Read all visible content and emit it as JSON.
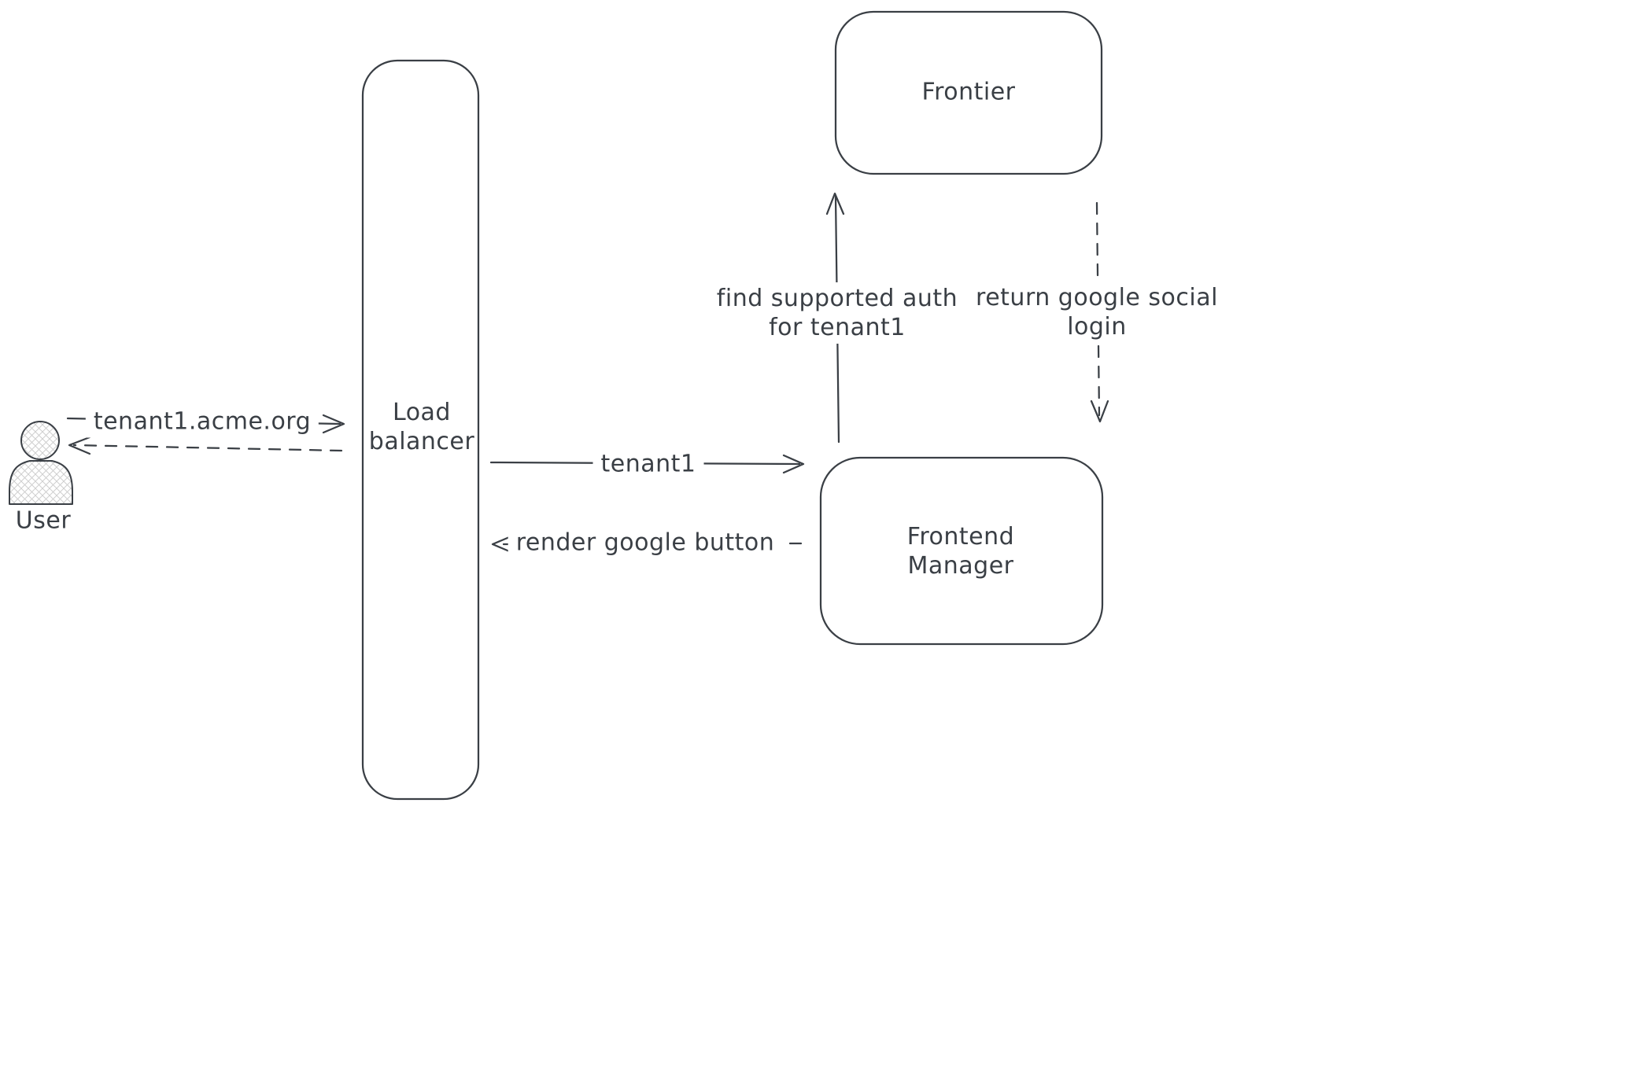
{
  "diagram": {
    "colors": {
      "stroke": "#3a3f45",
      "text": "#3a3f45",
      "background": "#ffffff"
    },
    "nodes": {
      "user": {
        "type": "actor",
        "label": "User"
      },
      "load_balancer": {
        "type": "rectangle",
        "label_lines": [
          "Load",
          "balancer"
        ]
      },
      "frontier": {
        "type": "rectangle",
        "label": "Frontier"
      },
      "frontend_manager": {
        "type": "rectangle",
        "label_lines": [
          "Frontend",
          "Manager"
        ]
      }
    },
    "edges": {
      "user_to_load_balancer": {
        "from": "user",
        "to": "load_balancer",
        "style": "solid",
        "label": "tenant1.acme.org"
      },
      "load_balancer_to_user": {
        "from": "load_balancer",
        "to": "user",
        "style": "dashed",
        "label": ""
      },
      "load_balancer_to_frontend_manager": {
        "from": "load_balancer",
        "to": "frontend_manager",
        "style": "solid",
        "label": "tenant1"
      },
      "frontend_manager_to_load_balancer": {
        "from": "frontend_manager",
        "to": "load_balancer",
        "style": "dashed",
        "label": "render google button"
      },
      "frontend_manager_to_frontier": {
        "from": "frontend_manager",
        "to": "frontier",
        "style": "solid",
        "label_lines": [
          "find supported auth",
          "for tenant1"
        ]
      },
      "frontier_to_frontend_manager": {
        "from": "frontier",
        "to": "frontend_manager",
        "style": "dashed",
        "label_lines": [
          "return google social",
          "login"
        ]
      }
    }
  }
}
